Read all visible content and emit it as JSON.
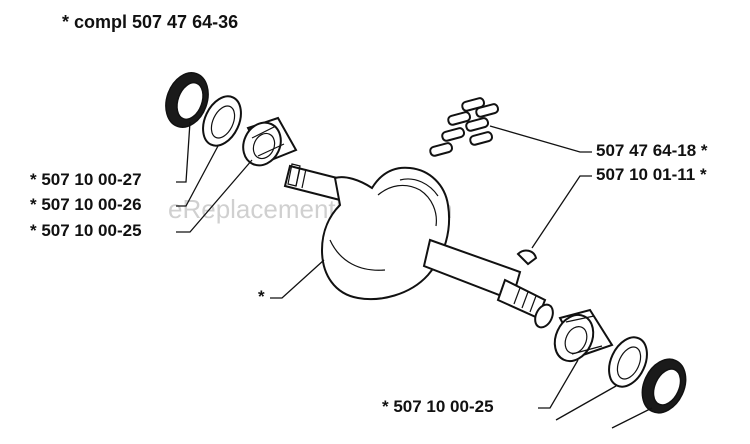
{
  "title": "*  compl 507 47 64-36",
  "watermark": "eReplacementParts.com",
  "labels": {
    "p1": "*  507 10 00-27",
    "p2": "*  507 10 00-26",
    "p3": "*  507 10 00-25",
    "p4": "507 47 64-18  *",
    "p5": "507 10 01-11  *",
    "p6": "*",
    "p7": "*  507 10 00-25"
  },
  "colors": {
    "ink": "#111111",
    "paper": "#ffffff"
  }
}
